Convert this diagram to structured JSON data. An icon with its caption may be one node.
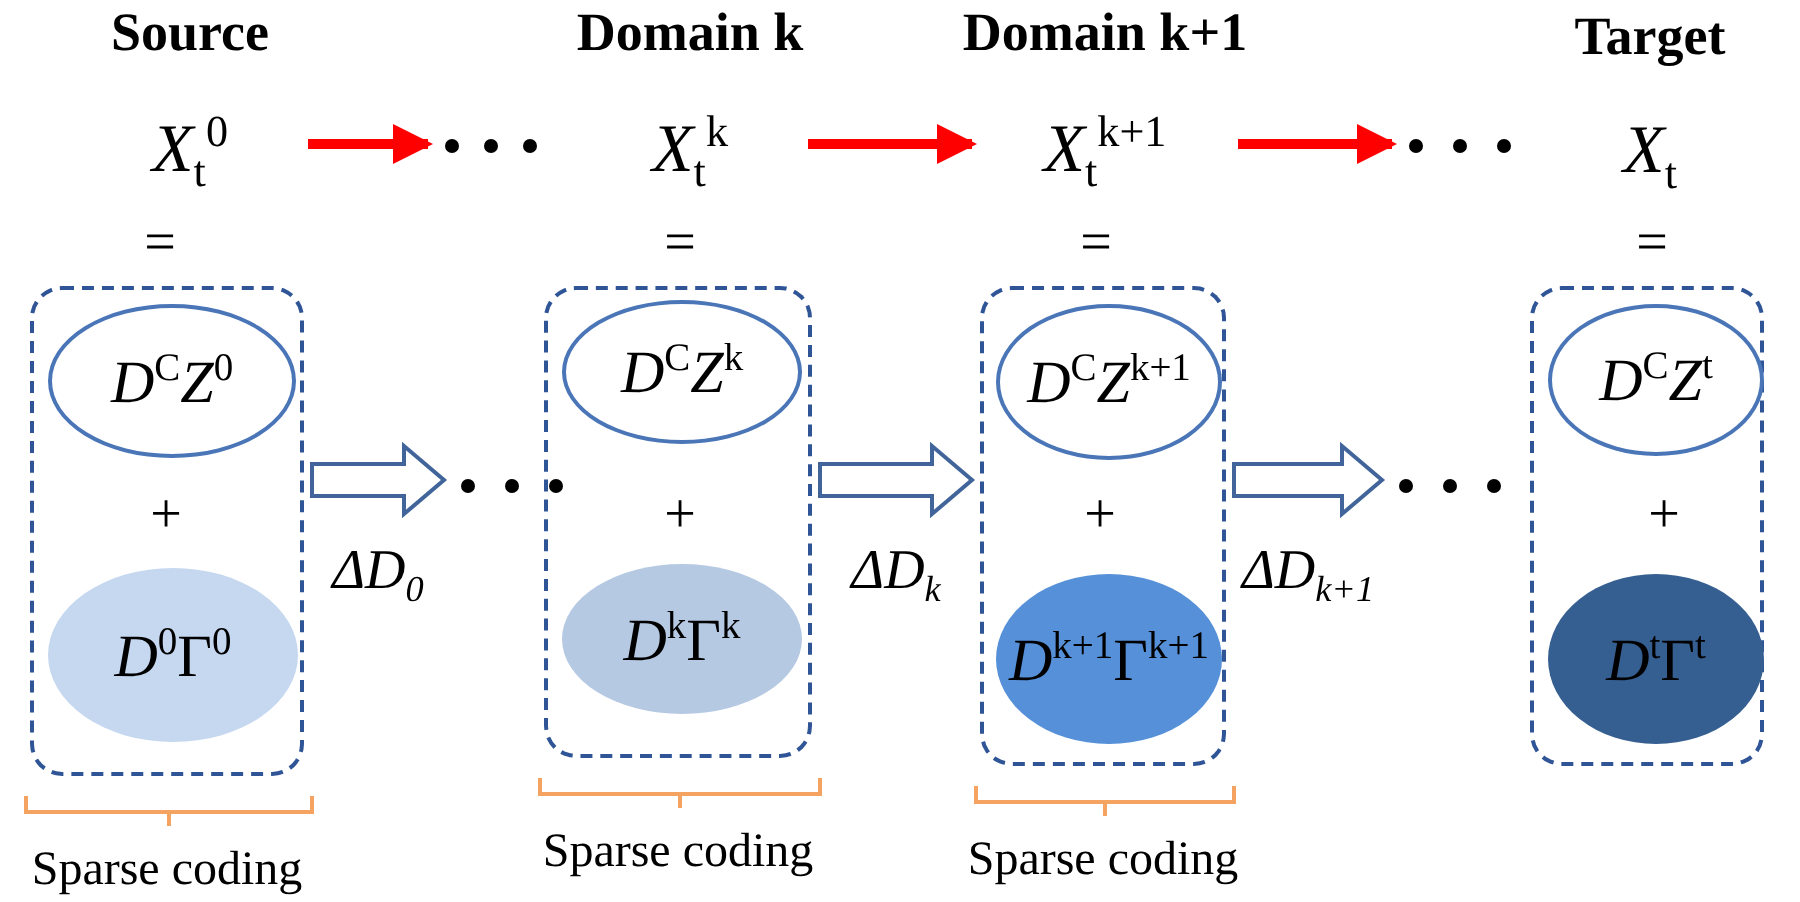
{
  "diagram": {
    "nodes": [
      {
        "text": [
          "*X*$_{t}$$^{0}$"
        ],
        "beside": [
          "Source"
        ]
      },
      {
        "text": [],
        "shape": "dots"
      },
      {
        "text": [
          "*X*$_{t}$$^{k}$"
        ],
        "beside": [
          "Domain k"
        ]
      },
      {
        "text": [
          "*X*$_{t}$$^{k+1}$"
        ],
        "beside": [
          "Domain k+1"
        ]
      },
      {
        "text": [],
        "shape": "dots"
      },
      {
        "text": [
          "*X*$_{t}$"
        ],
        "beside": [
          "Target"
        ]
      },
      {
        "text": [],
        "shape": "box",
        "beside": [
          "Sparse coding"
        ]
      },
      {
        "text": [
          "*D*$^{C}$*Z*$^{0}$"
        ],
        "in": 6
      },
      {
        "text": [
          "*D*$^{0}$Γ$^{0}$"
        ],
        "in": 6
      },
      {
        "text": [],
        "shape": "dots"
      },
      {
        "text": [],
        "shape": "box",
        "beside": [
          "Sparse coding"
        ]
      },
      {
        "text": [
          "*D*$^{C}$*Z*$^{k}$"
        ],
        "in": 10
      },
      {
        "text": [
          "*D*$^{k}$Γ$^{k}$"
        ],
        "in": 10
      },
      {
        "text": [],
        "shape": "box",
        "beside": [
          "Sparse coding"
        ]
      },
      {
        "text": [
          "*D*$^{C}$*Z*$^{k+1}$"
        ],
        "in": 13
      },
      {
        "text": [
          "*D*$^{k+1}$Γ$^{k+1}$"
        ],
        "in": 13
      },
      {
        "text": [],
        "shape": "dots"
      },
      {
        "text": [],
        "shape": "box"
      },
      {
        "text": [
          "*D*$^{C}$*Z*$^{t}$"
        ],
        "in": 17
      },
      {
        "text": [
          "*D*$^{t}$Γ$^{t}$"
        ],
        "in": 17
      }
    ],
    "edges": [
      {
        "from": 0,
        "to": 1,
        "arrow": "to",
        "color": "#ff0000"
      },
      {
        "from": 2,
        "to": 3,
        "arrow": "to",
        "color": "#ff0000"
      },
      {
        "from": 3,
        "to": 4,
        "arrow": "to",
        "color": "#ff0000"
      },
      {
        "from": 6,
        "to": 9,
        "arrow": "to",
        "style": "thick",
        "color": "#41659b",
        "label": "ΔD$_{0}$"
      },
      {
        "from": 10,
        "to": 13,
        "arrow": "to",
        "style": "thick",
        "color": "#41659b",
        "label": "ΔD$_{k}$"
      },
      {
        "from": 13,
        "to": 16,
        "arrow": "to",
        "style": "thick",
        "color": "#41659b",
        "label": "ΔD$_{k+1}$"
      }
    ],
    "labels": [
      "=",
      "=",
      "=",
      "=",
      "+",
      "+",
      "+",
      "+"
    ]
  }
}
